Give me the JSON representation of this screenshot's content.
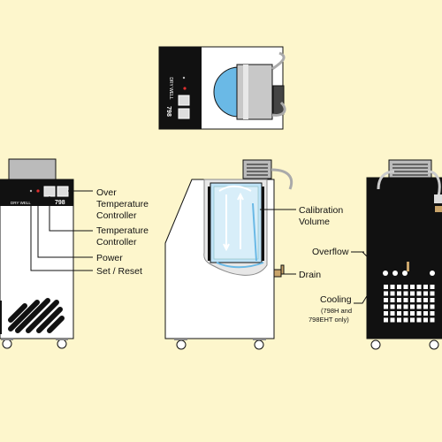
{
  "brand_text": "DRY WELL",
  "model_number": "798",
  "colors": {
    "background": "#fdf6cc",
    "unit_body": "#ffffff",
    "panel_black": "#111111",
    "fluid_blue": "#bfe3f7",
    "tank_blue": "#6ab9e6"
  },
  "labels": {
    "over_temp_line1": "Over",
    "over_temp_line2": "Temperature",
    "over_temp_line3": "Controller",
    "temp_controller_line1": "Temperature",
    "temp_controller_line2": "Controller",
    "power": "Power",
    "set_reset": "Set / Reset",
    "calibration_line1": "Calibration",
    "calibration_line2": "Volume",
    "drain": "Drain",
    "overflow": "Overflow",
    "cooling": "Cooling",
    "cooling_note_line1": "(798H and",
    "cooling_note_line2": "798EHT only)"
  }
}
